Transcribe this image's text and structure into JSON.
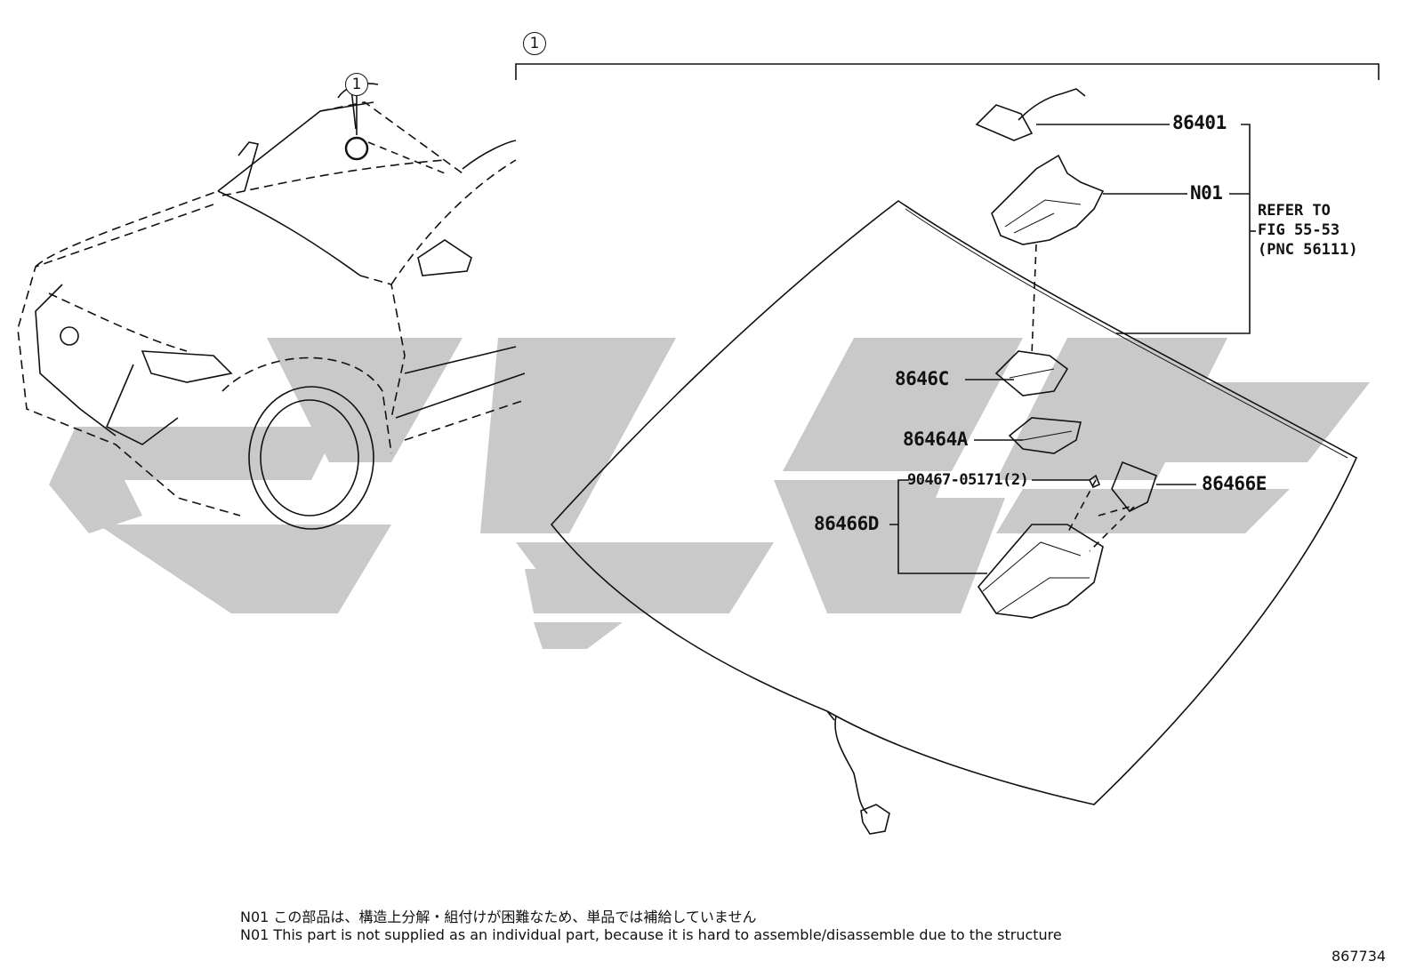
{
  "diagram": {
    "callout_group": "1",
    "callout_car": "1",
    "parts": {
      "p86401": "86401",
      "pN01": "N01",
      "p8646C": "8646C",
      "p86464A": "86464A",
      "p90467": "90467-05171(2)",
      "p86466D": "86466D",
      "p86466E": "86466E"
    },
    "refer": {
      "line1": "REFER TO",
      "line2": "FIG 55-53",
      "line3": "(PNC 56111)"
    },
    "notes": {
      "jp": "N01 この部品は、構造上分解・組付けが困難なため、単品では補給していません",
      "en": "N01 This part is not supplied as an individual part, because it is hard to assemble/disassemble due to the structure"
    },
    "illustration_number": "867734",
    "watermark_color": "#c8c8c8"
  }
}
